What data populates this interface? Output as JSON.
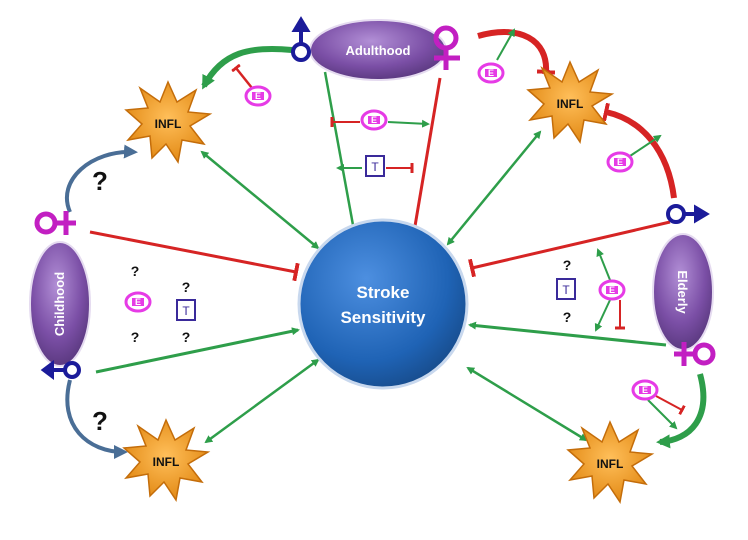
{
  "diagram": {
    "center_label_line1": "Stroke",
    "center_label_line2": "Sensitivity",
    "stages": {
      "adulthood": "Adulthood",
      "childhood": "Childhood",
      "elderly": "Elderly"
    },
    "infl_label": "INFL",
    "question_mark": "?",
    "testosterone_symbol": "T",
    "estrogen_symbol": "E",
    "colors": {
      "activation_arrow": "#2e9e4a",
      "inhibition": "#d62424",
      "progression_arrow": "#4a6e96",
      "stage_oval": "#7b4fa6",
      "center_circle": "#1f63b5",
      "inflammation_star": "#f29a1e",
      "female_symbol": "#c21fc2",
      "male_symbol": "#1b1b9a",
      "estrogen": "#e63be6",
      "testosterone_box": "#3a2a9a"
    }
  }
}
